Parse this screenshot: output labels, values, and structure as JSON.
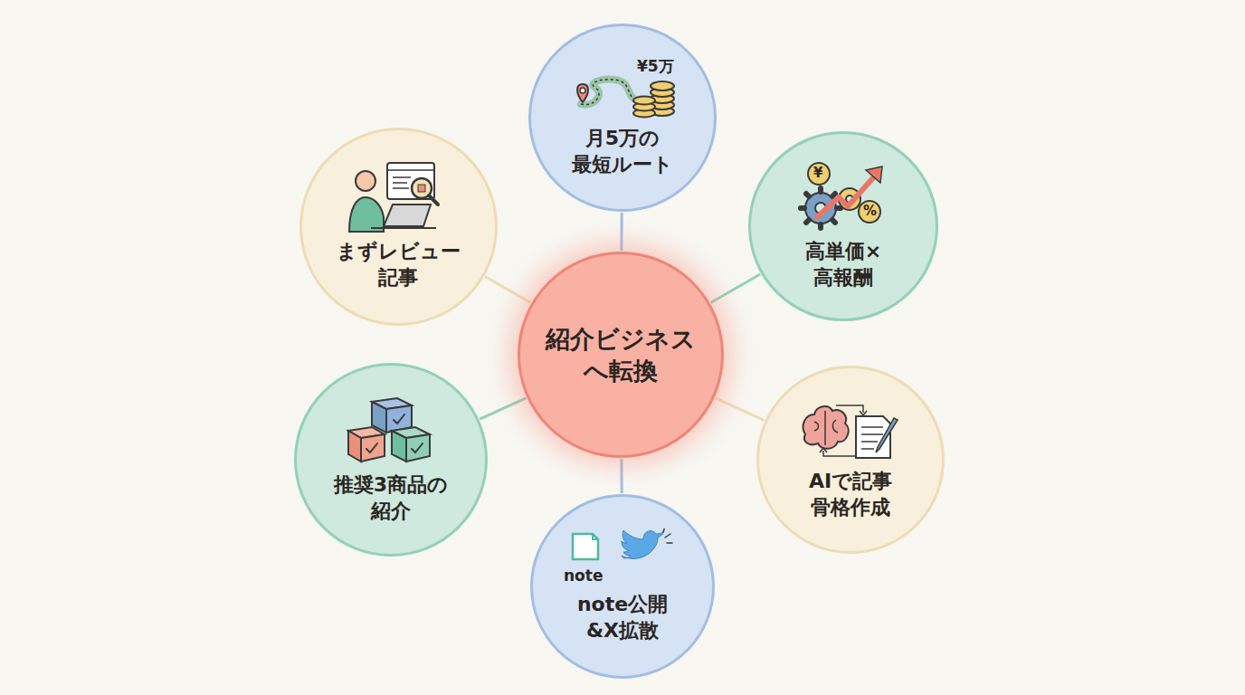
{
  "diagram": {
    "nodes": [
      {
        "text": [
          "紹介ビジネス へ転換"
        ]
      },
      {
        "text": [
          "月5万の 最短ルート"
        ]
      },
      {
        "text": [
          "高単価× 高報酬"
        ]
      },
      {
        "text": [
          "AIで記事 骨格作成"
        ]
      },
      {
        "text": [
          "note公開 &X拡散"
        ]
      },
      {
        "text": [
          "推奨3商品の 紹介"
        ]
      },
      {
        "text": [
          "まずレビュー 記事"
        ]
      }
    ],
    "edges": [
      {
        "from": 0,
        "to": 1,
        "arrow": "none"
      },
      {
        "from": 0,
        "to": 2,
        "arrow": "none"
      },
      {
        "from": 0,
        "to": 3,
        "arrow": "none"
      },
      {
        "from": 0,
        "to": 4,
        "arrow": "none"
      },
      {
        "from": 0,
        "to": 5,
        "arrow": "none"
      },
      {
        "from": 0,
        "to": 6,
        "arrow": "none"
      }
    ],
    "labels": [
      "¥5万",
      "¥",
      "%",
      "note"
    ]
  }
}
